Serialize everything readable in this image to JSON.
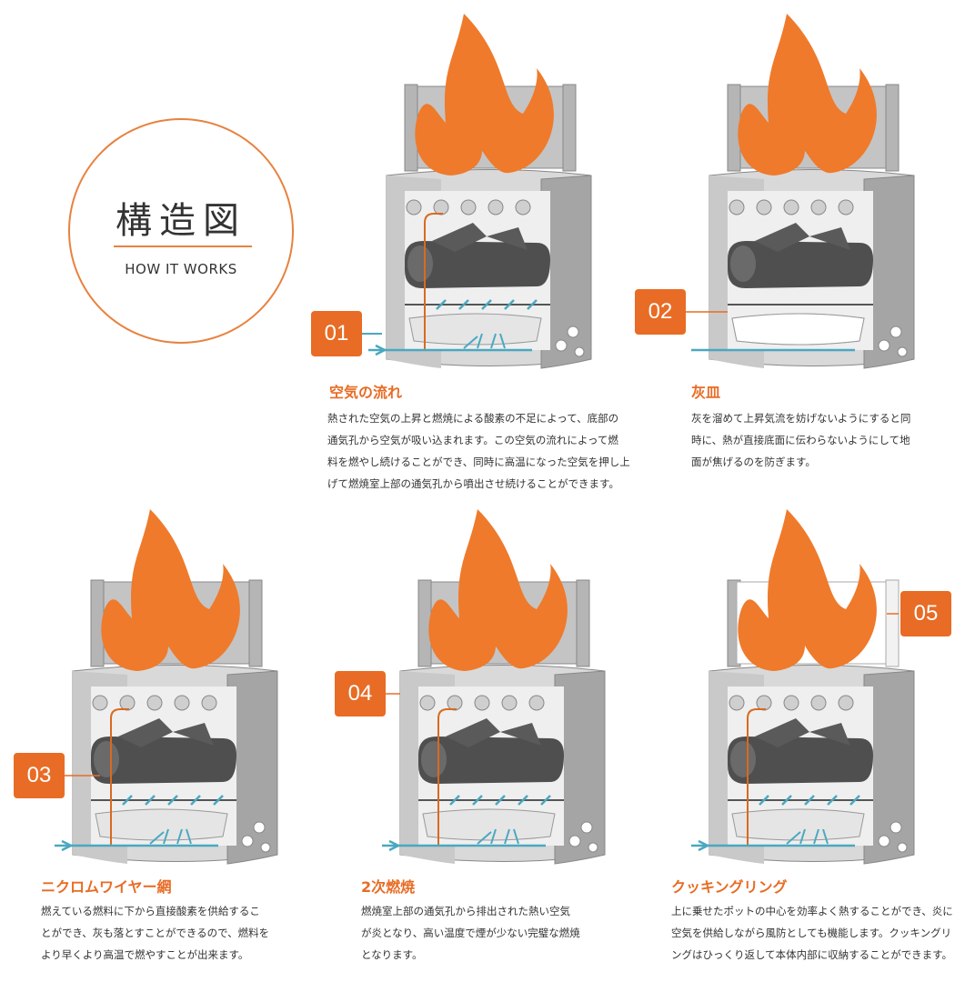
{
  "header": {
    "title_jp": "構造図",
    "title_en": "HOW IT WORKS"
  },
  "features": [
    {
      "number": "01",
      "title": "空気の流れ",
      "lines": [
        "熱された空気の上昇と燃焼による酸素の不足によって、底部の",
        "通気孔から空気が吸い込まれます。この空気の流れによって燃",
        "料を燃やし続けることができ、同時に高温になった空気を押し上",
        "げて燃焼室上部の通気孔から噴出させ続けることができます。"
      ]
    },
    {
      "number": "02",
      "title": "灰皿",
      "lines": [
        "灰を溜めて上昇気流を妨げないようにすると同",
        "時に、熱が直接底面に伝わらないようにして地",
        "面が焦げるのを防ぎます。"
      ]
    },
    {
      "number": "03",
      "title": "ニクロムワイヤー網",
      "lines": [
        "燃えている燃料に下から直接酸素を供給するこ",
        "とができ、灰も落とすことができるので、燃料を",
        "より早くより高温で燃やすことが出来ます。"
      ]
    },
    {
      "number": "04",
      "title": "2次燃焼",
      "lines": [
        "燃焼室上部の通気孔から排出された熱い空気",
        "が炎となり、高い温度で煙が少ない完璧な燃焼",
        "となります。"
      ]
    },
    {
      "number": "05",
      "title": "クッキングリング",
      "lines": [
        "上に乗せたポットの中心を効率よく熱することができ、炎に",
        "空気を供給しながら風防としても機能します。クッキングリ",
        "ングはひっくり返して本体内部に収納することができます。"
      ]
    }
  ],
  "colors": {
    "accent": "#e86c25",
    "flame": "#ef7a2b",
    "air": "#4aa8c0",
    "steel": "#a9a9a9",
    "log": "#4a4a4a"
  }
}
